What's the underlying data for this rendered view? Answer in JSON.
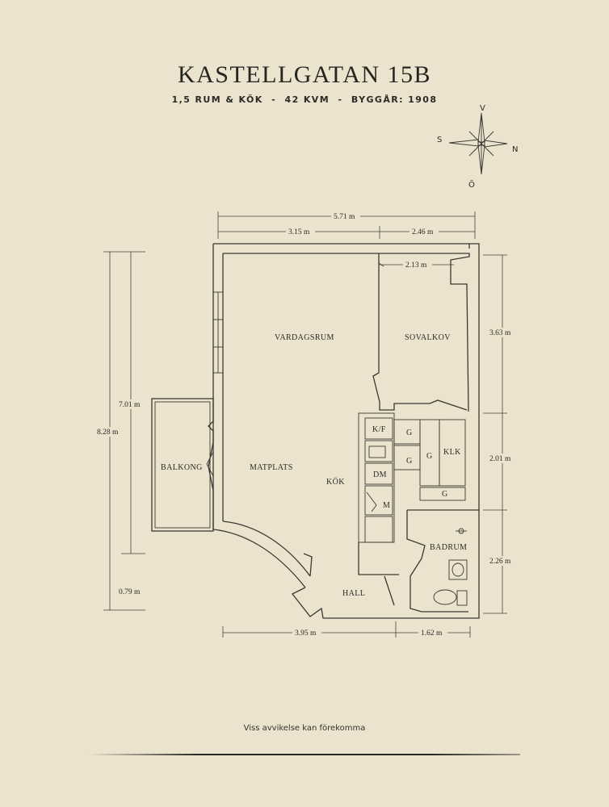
{
  "header": {
    "title": "KASTELLGATAN 15B",
    "subtitle": "1,5 RUM & KÖK  -  42 KVM  -  BYGGÅR: 1908"
  },
  "compass": {
    "north": "N",
    "south": "S",
    "west": "V",
    "east": "Ö"
  },
  "rooms": {
    "vardagsrum": "VARDAGSRUM",
    "sovalkov": "SOVALKOV",
    "balkong": "BALKONG",
    "matplats": "MATPLATS",
    "kok": "KÖK",
    "hall": "HALL",
    "badrum": "BADRUM",
    "klk": "KLK",
    "kf": "K/F",
    "dm": "DM",
    "m": "M",
    "g1": "G",
    "g2": "G",
    "g3": "G",
    "g4": "G"
  },
  "dimensions": {
    "top_total": "5.71 m",
    "top_left": "3.15 m",
    "top_right": "2.46 m",
    "inner_sovalkov_width": "2.13 m",
    "right_sovalkov": "3.63 m",
    "right_middle": "2.01 m",
    "right_badrum": "2.26 m",
    "left_inner_height": "7.01 m",
    "left_total_height": "8.28 m",
    "left_bottom": "0.79 m",
    "bottom_left": "3.95 m",
    "bottom_right": "1.62 m"
  },
  "footer": {
    "note": "Viss avvikelse kan förekomma"
  }
}
